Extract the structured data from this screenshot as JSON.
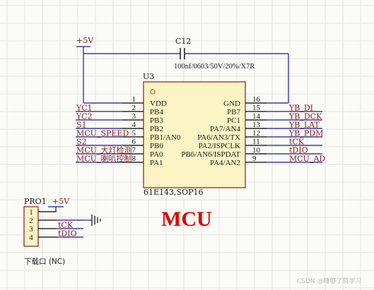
{
  "title": "MCU",
  "power_label": "+5V",
  "capacitor": {
    "ref": "C12",
    "value": "100nf/0603/50V/20%/X7R"
  },
  "ic": {
    "ref": "U3",
    "part": "61E143,SOP16",
    "left_pins": [
      {
        "num": "1",
        "name": "VDD",
        "net": ""
      },
      {
        "num": "2",
        "name": "PB4",
        "net": "YC1"
      },
      {
        "num": "3",
        "name": "PB3",
        "net": "YC2"
      },
      {
        "num": "4",
        "name": "PB2",
        "net": "S1"
      },
      {
        "num": "5",
        "name": "PB1/AN0",
        "net": "MCU_SPEED"
      },
      {
        "num": "6",
        "name": "PB0",
        "net": "S2"
      },
      {
        "num": "7",
        "name": "PA0",
        "net": "MCU_大灯检测"
      },
      {
        "num": "8",
        "name": "PA1",
        "net": "MCU_喇叭控制"
      }
    ],
    "right_pins": [
      {
        "num": "16",
        "name": "GND",
        "net": ""
      },
      {
        "num": "15",
        "name": "PB7",
        "net": "YB_DI"
      },
      {
        "num": "14",
        "name": "PC1",
        "net": "YB_DCK"
      },
      {
        "num": "13",
        "name": "PA7/AN4",
        "net": "YB_LAT"
      },
      {
        "num": "12",
        "name": "PA6/AN3/TX",
        "net": "YB_PDM"
      },
      {
        "num": "11",
        "name": "PA2/ISPCLK",
        "net": "tCK"
      },
      {
        "num": "10",
        "name": "PB6/AN6/ISPDAT",
        "net": "tDIO"
      },
      {
        "num": "9",
        "name": "PA4/AN2",
        "net": "MCU_AD"
      }
    ]
  },
  "connector": {
    "ref": "PRO1",
    "power_label": "+5V",
    "pins": [
      {
        "num": "1",
        "net": ""
      },
      {
        "num": "2",
        "net": ""
      },
      {
        "num": "3",
        "net": "tCK"
      },
      {
        "num": "4",
        "net": "tDIO"
      }
    ],
    "caption": "下载口 (NC)"
  },
  "watermark": "CSDN @睡够了就学习",
  "colors": {
    "wire": "#1a1a8a",
    "pin": "#000000",
    "net_label": "#8b1a1a",
    "ic_fill": "#fcf4c4",
    "title": "#e00000",
    "pin1_marker": "#e06020"
  }
}
